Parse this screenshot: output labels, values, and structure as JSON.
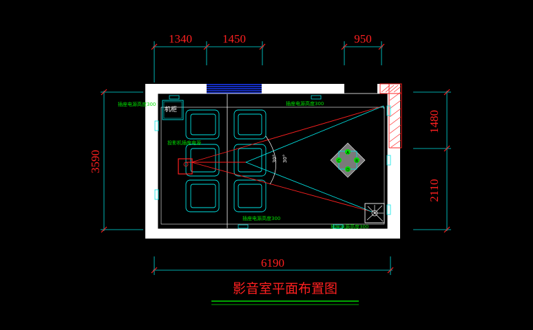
{
  "title": "影音室平面布置图",
  "dimensions": {
    "top": [
      "1340",
      "1450",
      "950"
    ],
    "bottom": "6190",
    "left": "3590",
    "right": [
      "1480",
      "2110"
    ]
  },
  "labels": {
    "socket_cabinet": "插座电源高度300",
    "cabinet": "机柜",
    "socket_top": "插座电源高度300",
    "projector_socket": "投影机插座电源",
    "socket_bottom_mid": "插座电源高度300",
    "socket_bottom_right": "插座电源高度300",
    "angle_a": "30°",
    "angle_b": "30°"
  },
  "ceiling_lamp_letters": [
    "A",
    "B",
    "C",
    "D"
  ],
  "colors": {
    "wall": "#ffffff",
    "dim_line": "#00e5e5",
    "dim_text": "#ff2020",
    "label": "#00e000",
    "sightline_red": "#ff2020",
    "sightline_cyan": "#00e5e5",
    "window": "#1a3cff",
    "brick": "#ff2020",
    "title_underline": "#00e000"
  },
  "icons": [
    "ceiling-lamp-icon",
    "plant-icon",
    "projector-icon",
    "socket-icon"
  ]
}
